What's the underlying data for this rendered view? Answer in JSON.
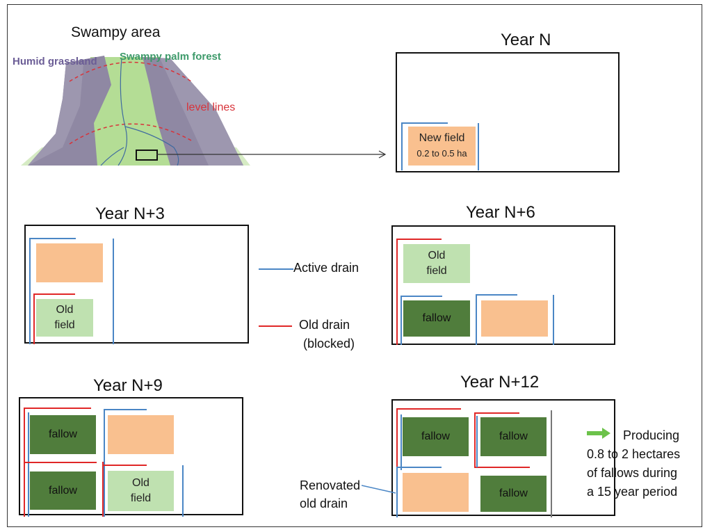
{
  "swampy": {
    "title": "Swampy area",
    "humid_grassland": "Humid grassland",
    "palm_forest": "Swampy palm forest",
    "level_lines": "level lines"
  },
  "panels": {
    "year_n": {
      "title": "Year N",
      "new_field_line1": "New field",
      "new_field_line2": "0.2 to 0.5 ha"
    },
    "year_n3": {
      "title": "Year N+3",
      "old_field_line1": "Old",
      "old_field_line2": "field"
    },
    "year_n6": {
      "title": "Year N+6",
      "old_field_line1": "Old",
      "old_field_line2": "field",
      "fallow": "fallow"
    },
    "year_n9": {
      "title": "Year N+9",
      "fallow_top": "fallow",
      "fallow_bottom": "fallow",
      "old_field_line1": "Old",
      "old_field_line2": "field"
    },
    "year_n12": {
      "title": "Year N+12",
      "fallow_tl": "fallow",
      "fallow_tr": "fallow",
      "fallow_br": "fallow"
    }
  },
  "legend": {
    "active_drain": "Active drain",
    "old_drain_line1": "Old drain",
    "old_drain_line2": "(blocked)",
    "renovated_line1": "Renovated",
    "renovated_line2": "old drain",
    "producing_line1": "Producing",
    "producing_line2": "0.8 to 2 hectares",
    "producing_line3": "of fallows during",
    "producing_line4": "a 15 year period"
  },
  "colors": {
    "active_drain": "#4a86c5",
    "old_drain": "#e02727",
    "new_field": "#f9c08f",
    "old_field": "#bfe1b0",
    "fallow": "#507d3c",
    "grassland": "#8f88a3",
    "palm_forest": "#b4dd95",
    "arrow_green": "#6cc24a"
  }
}
